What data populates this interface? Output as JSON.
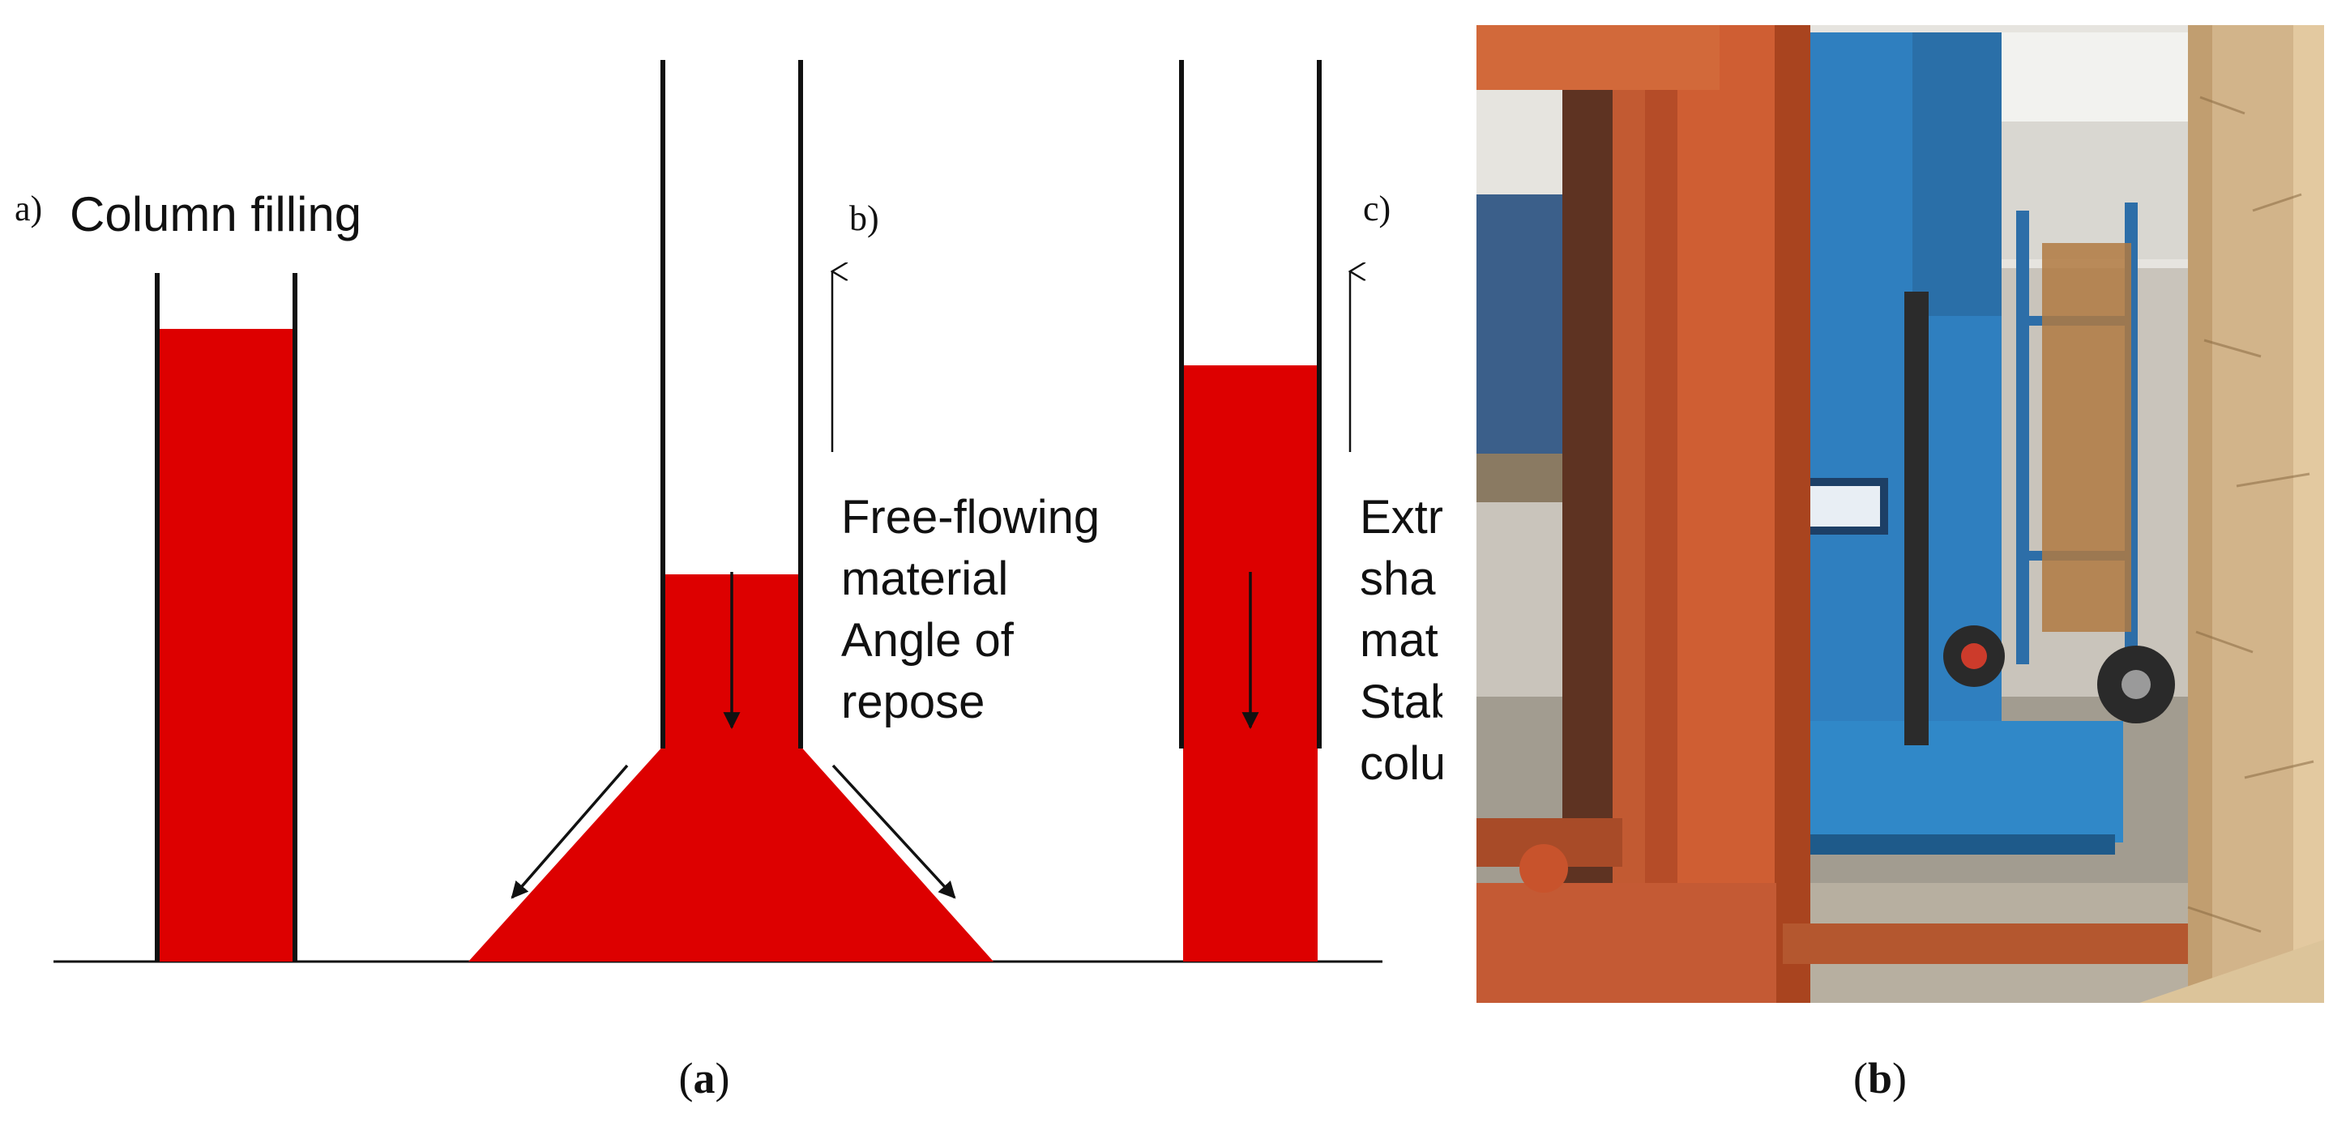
{
  "diagram": {
    "label_a": "a)",
    "title_a": "Column filling",
    "label_b": "b)",
    "text_b": [
      "Free-flowing",
      "material",
      "Angle of",
      "repose"
    ],
    "label_c": "c)",
    "text_c": [
      "Extr",
      "sha",
      "mat",
      "Stab",
      "colu"
    ]
  },
  "captions": {
    "a": "a",
    "b": "b"
  },
  "colors": {
    "material_red": "#dd0000",
    "outline": "#111111"
  }
}
